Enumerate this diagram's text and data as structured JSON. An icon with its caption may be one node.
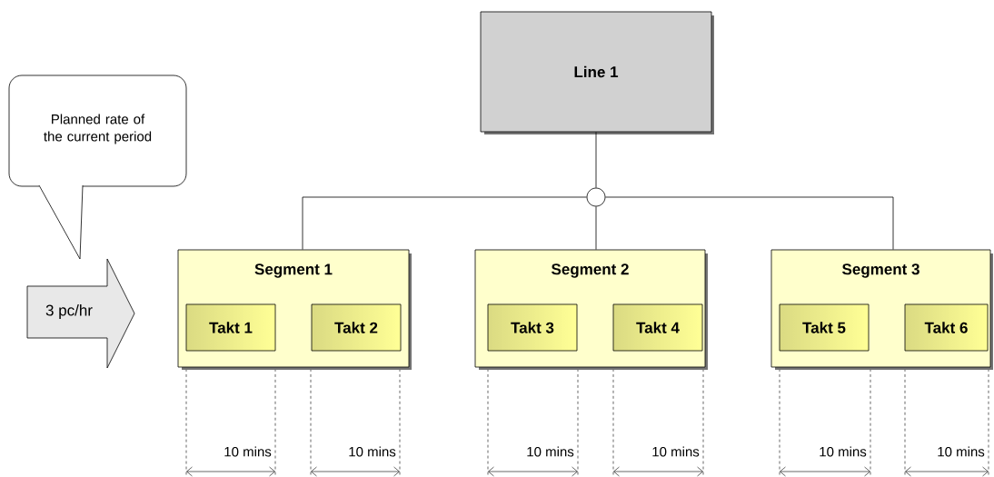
{
  "diagram": {
    "nodes": [
      {
        "text": [
          "Planned rate of the current period"
        ]
      },
      {
        "text": [
          "3 pc/hr"
        ]
      },
      {
        "text": [
          "Line 1"
        ]
      },
      {
        "text": [],
        "shape": "circle"
      },
      {
        "text": [
          "Segment 1"
        ]
      },
      {
        "text": [
          "Takt 1"
        ],
        "in": 4
      },
      {
        "text": [
          "Takt 2"
        ],
        "in": 4
      },
      {
        "text": [
          "Segment 2"
        ]
      },
      {
        "text": [
          "Takt 3"
        ],
        "in": 7
      },
      {
        "text": [
          "Takt 4"
        ],
        "in": 7
      },
      {
        "text": [
          "Segment 3"
        ]
      },
      {
        "text": [
          "Takt 5"
        ],
        "in": 10
      },
      {
        "text": [
          "Takt 6"
        ],
        "in": 10
      }
    ],
    "edges": [
      {
        "from": 2,
        "to": 3,
        "arrow": "none"
      },
      {
        "from": 3,
        "to": 4,
        "arrow": "none"
      },
      {
        "from": 3,
        "to": 7,
        "arrow": "none"
      },
      {
        "from": 3,
        "to": 10,
        "arrow": "none"
      }
    ],
    "labels": [
      "10 mins",
      "10 mins",
      "10 mins",
      "10 mins",
      "10 mins",
      "10 mins"
    ]
  }
}
